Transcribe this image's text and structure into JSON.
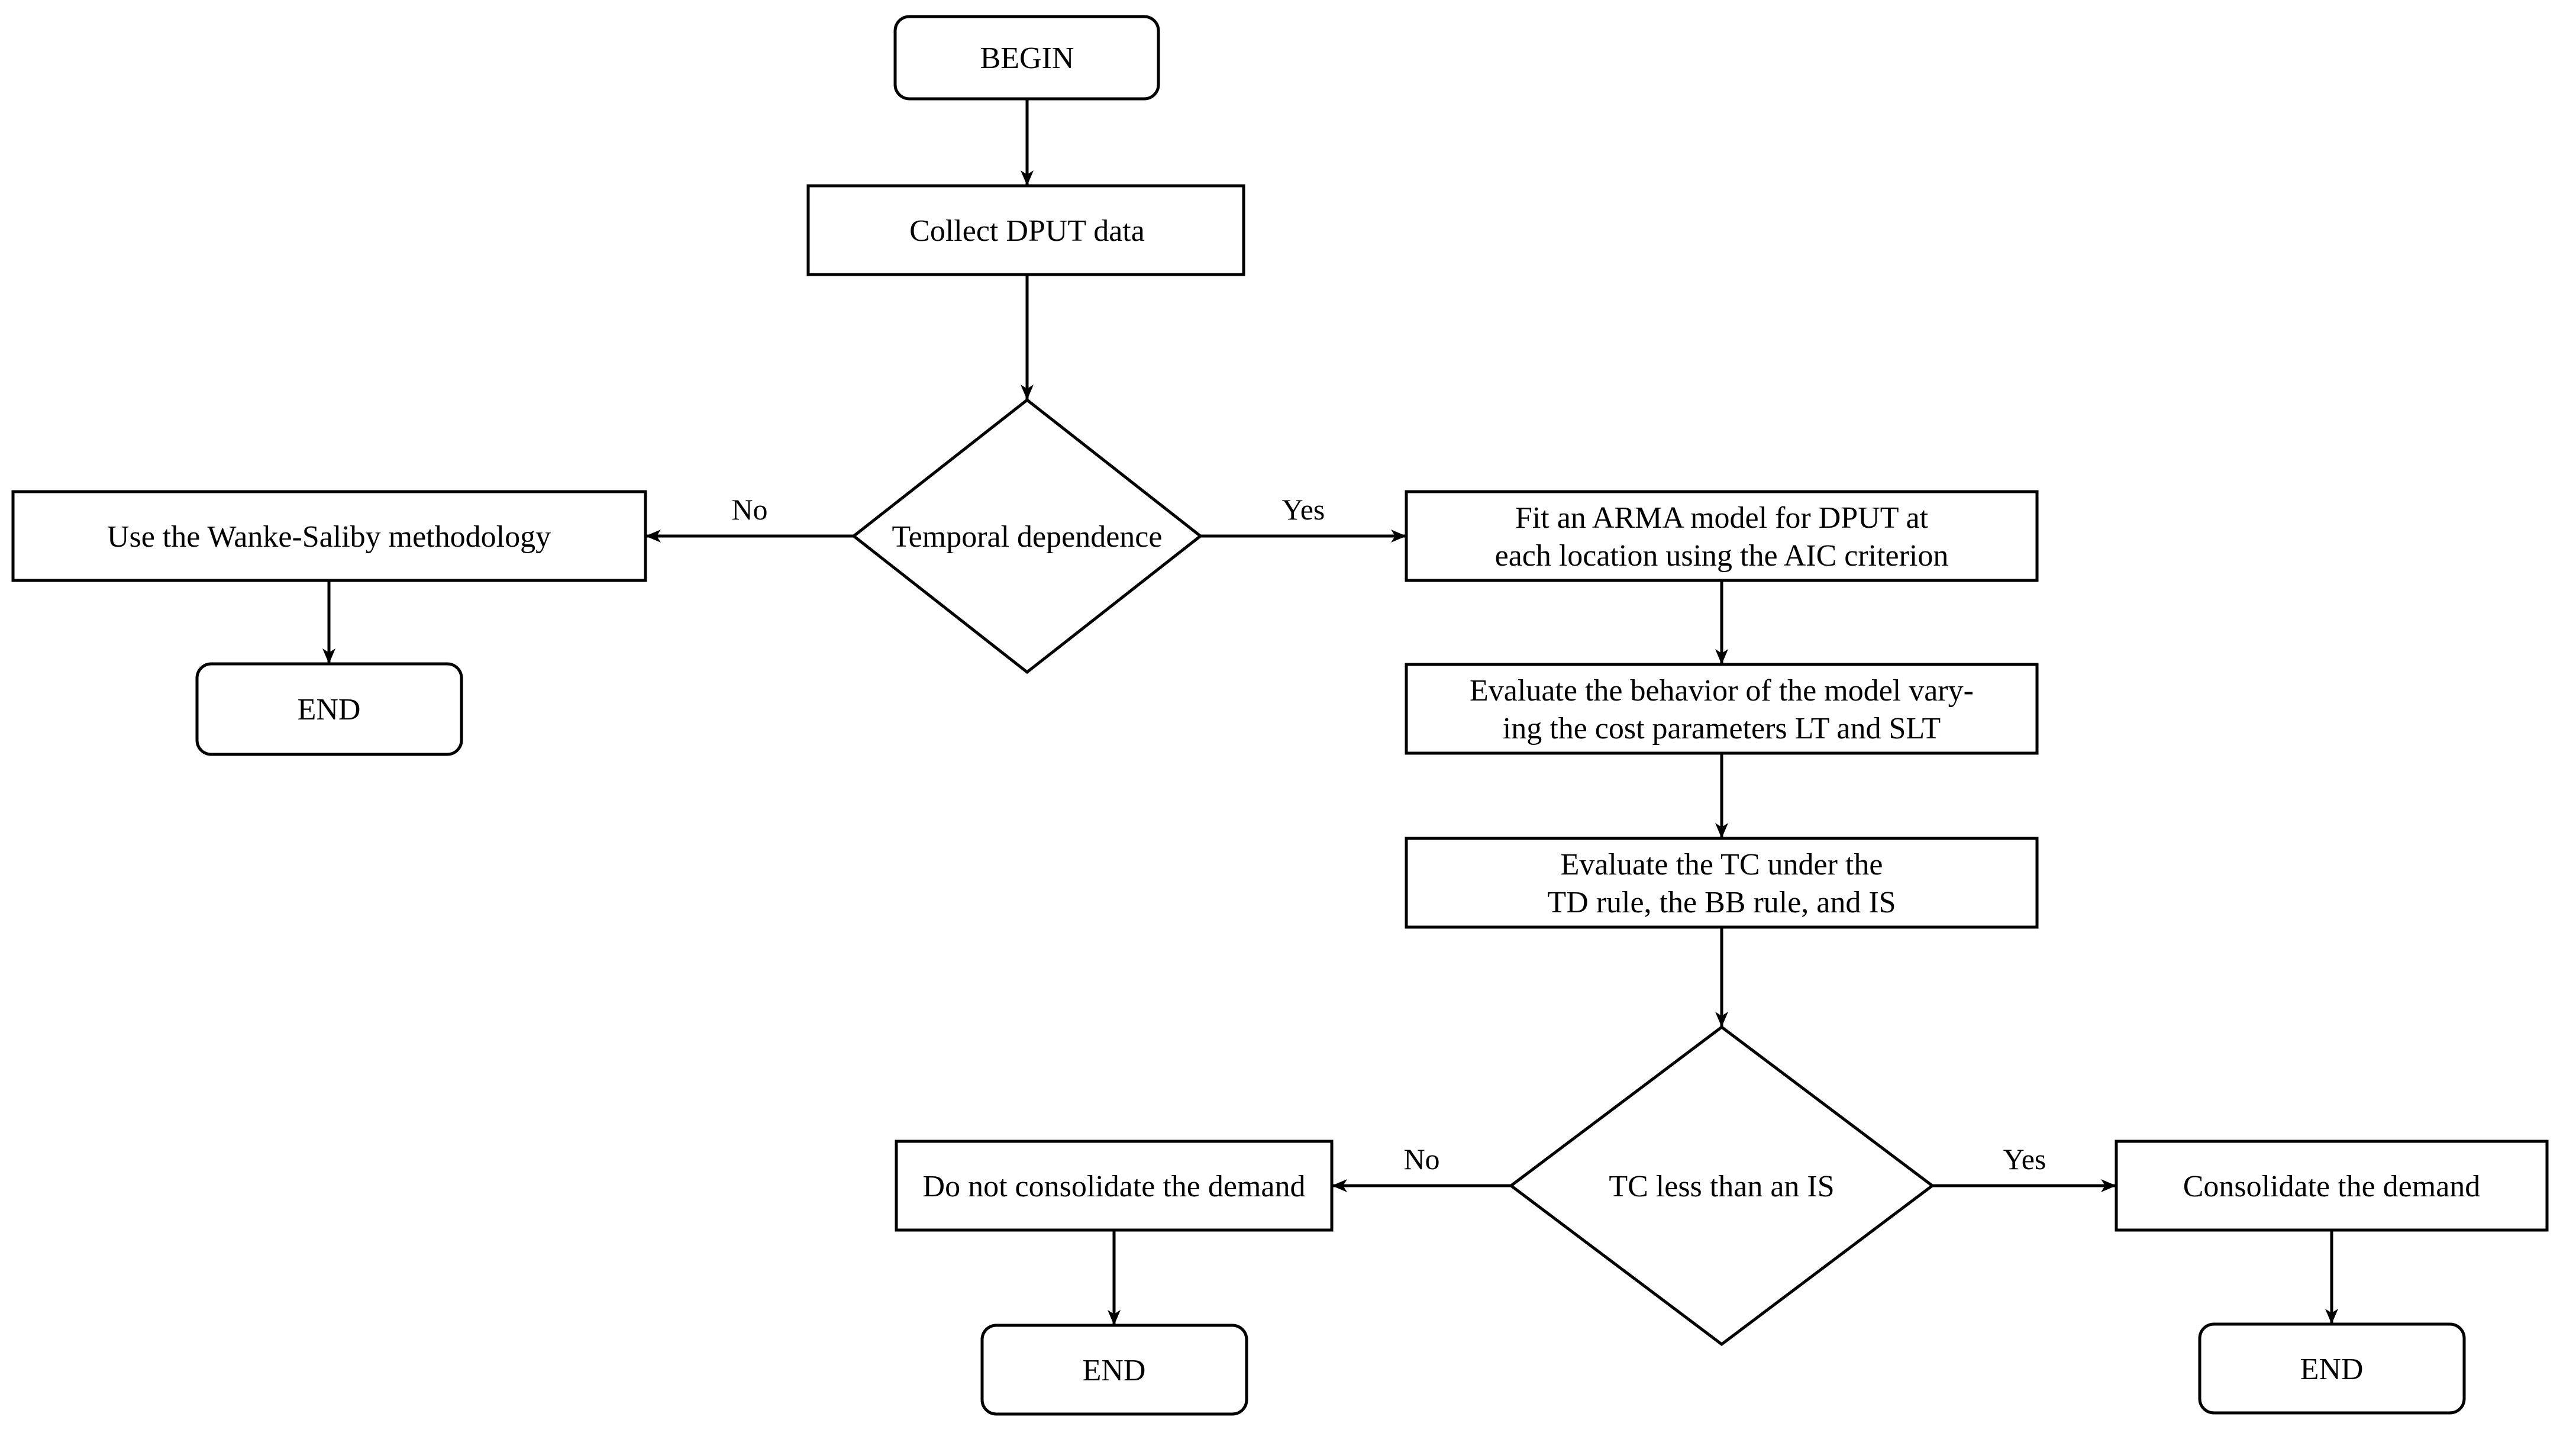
{
  "nodes": {
    "begin": {
      "label": "BEGIN"
    },
    "collect": {
      "label": "Collect DPUT data"
    },
    "temporal_dependence": {
      "label": "Temporal dependence"
    },
    "wanke_saliby": {
      "label": "Use the Wanke-Saliby methodology"
    },
    "end_left": {
      "label": "END"
    },
    "fit_arma": {
      "line1": "Fit an ARMA model for DPUT at",
      "line2": "each location using the AIC criterion"
    },
    "evaluate_behavior": {
      "line1": "Evaluate the behavior of the model vary-",
      "line2": "ing the cost parameters LT and SLT"
    },
    "evaluate_tc": {
      "line1": "Evaluate the TC under the",
      "line2": "TD rule, the BB rule, and IS"
    },
    "tc_less_than_is": {
      "label": "TC less than an IS"
    },
    "do_not_consolidate": {
      "label": "Do not consolidate the demand"
    },
    "end_bottom_left": {
      "label": "END"
    },
    "consolidate": {
      "label": "Consolidate the demand"
    },
    "end_bottom_right": {
      "label": "END"
    }
  },
  "edge_labels": {
    "temporal_no": "No",
    "temporal_yes": "Yes",
    "tc_no": "No",
    "tc_yes": "Yes"
  },
  "colors": {
    "line": "#000000",
    "text": "#000000",
    "background": "#ffffff"
  }
}
